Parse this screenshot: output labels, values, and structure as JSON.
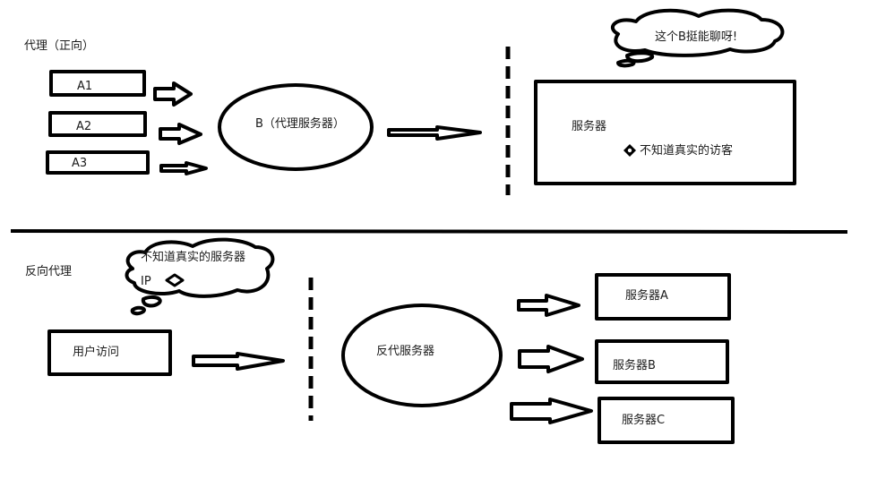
{
  "forward": {
    "title": "代理（正向）",
    "clients": [
      "A1",
      "A2",
      "A3"
    ],
    "proxy_label": "B（代理服务器）",
    "server_label": "服务器",
    "server_note": "不知道真实的访客",
    "cloud_text": "这个B挺能聊呀!"
  },
  "reverse": {
    "title": "反向代理",
    "cloud_text_line1": "不知道真实的服务器",
    "cloud_text_line2": "IP",
    "user_label": "用户访问",
    "proxy_label": "反代服务器",
    "servers": [
      "服务器A",
      "服务器B",
      "服务器C"
    ]
  },
  "colors": {
    "stroke": "#000000",
    "background": "#ffffff"
  }
}
